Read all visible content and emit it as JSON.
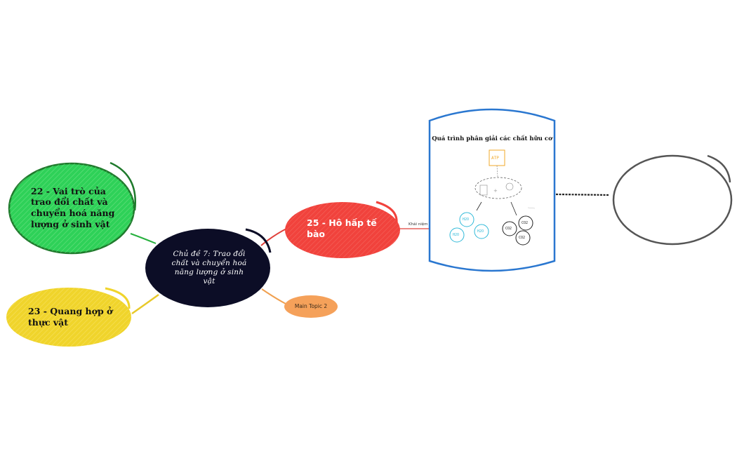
{
  "central": {
    "title": "Chủ đề 7: Trao đổi chất và chuyển hoá năng lượng ở sinh vật",
    "color": "#0c0d26"
  },
  "topics": [
    {
      "label": "22 - Vai trò của trao đổi chất và chuyển hoá năng lượng ở sinh vật",
      "color": "#2ed158",
      "border": "#1f7a2c"
    },
    {
      "label": "23 - Quang hợp ở thực vật",
      "color": "#f0d42b"
    },
    {
      "label": "25 - Hô hấp tế bào",
      "color": "#f1423c"
    },
    {
      "label": "Main Topic 2",
      "color": "#f5a15a"
    }
  ],
  "connector_label": "Khái niệm",
  "card": {
    "title": "Quá trình phân giải các chất hữu cơ",
    "atp": "ATP",
    "labels": [
      "H2O",
      "H2O",
      "H2O",
      "CO2",
      "CO2",
      "CO2"
    ],
    "border": "#2a77d0"
  },
  "colors": {
    "green_line": "#27b03e",
    "yellow_line": "#e8c92a",
    "red_line": "#e0403a",
    "orange_line": "#f0a050"
  }
}
